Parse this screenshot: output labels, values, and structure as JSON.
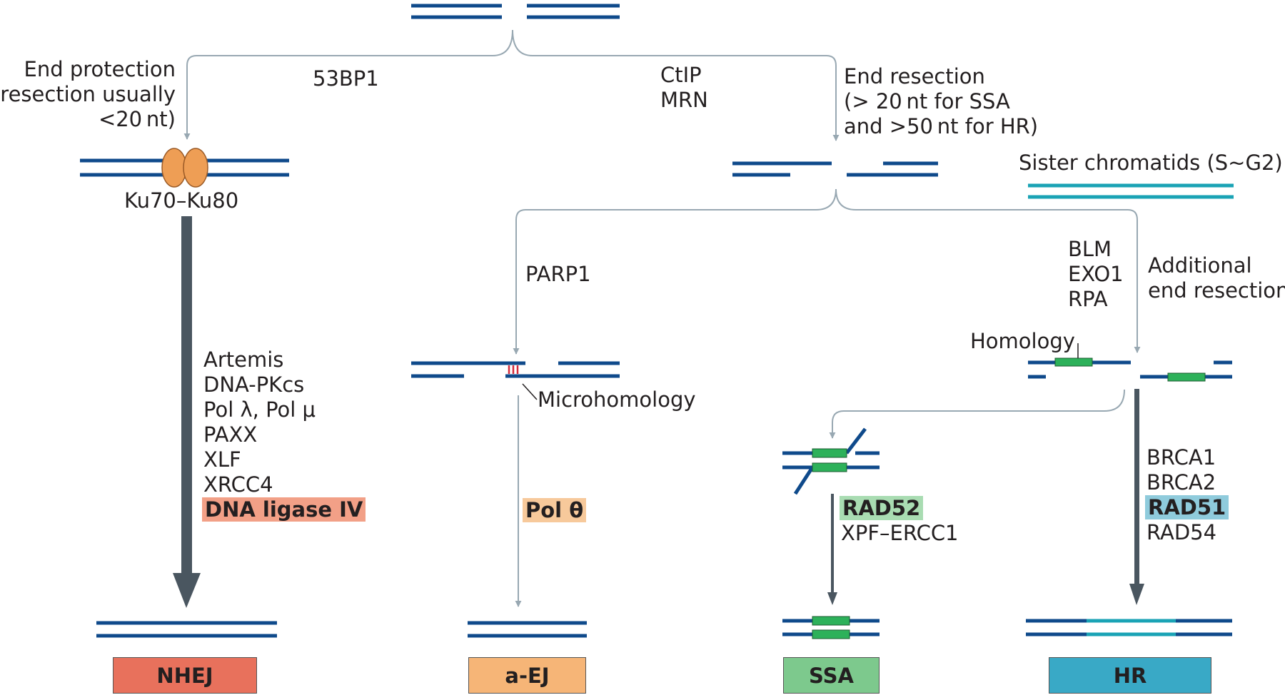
{
  "colors": {
    "dna": "#0f4a8b",
    "sister": "#1aa3b5",
    "homology": "#2db15a",
    "ku": "#ee9e55",
    "arrow": "#4a5660",
    "thin_arrow": "#98a8b2",
    "microhomology": "#d42a3a",
    "nhej": "#e8715c",
    "aej": "#f6b577",
    "ssa": "#7dc98d",
    "hr": "#39a9c6"
  },
  "end_protection": {
    "lines": [
      "End protection",
      "(resection usually",
      "<20 nt)"
    ],
    "factor": "53BP1"
  },
  "end_resection": {
    "factors": [
      "CtIP",
      "MRN"
    ],
    "lines": [
      "End resection",
      "(> 20 nt for SSA",
      "and >50 nt for HR)"
    ]
  },
  "ku_label": "Ku70–Ku80",
  "sister_label": "Sister chromatids (S~G2)",
  "parp1": "PARP1",
  "additional": {
    "factors": [
      "BLM",
      "EXO1",
      "RPA"
    ],
    "lines": [
      "Additional",
      "end resection"
    ]
  },
  "homology_label": "Homology",
  "microhomology_label": "Microhomology",
  "nhej_factors": [
    "Artemis",
    "DNA-PKcs",
    "Pol λ, Pol μ",
    "PAXX",
    "XLF",
    "XRCC4"
  ],
  "nhej_key": "DNA ligase IV",
  "aej_key": "Pol θ",
  "ssa_key": "RAD52",
  "ssa_factors": [
    "XPF–ERCC1"
  ],
  "hr_factors_top": [
    "BRCA1",
    "BRCA2"
  ],
  "hr_key": "RAD51",
  "hr_factors_bottom": [
    "RAD54"
  ],
  "pathways": [
    "NHEJ",
    "a-EJ",
    "SSA",
    "HR"
  ]
}
